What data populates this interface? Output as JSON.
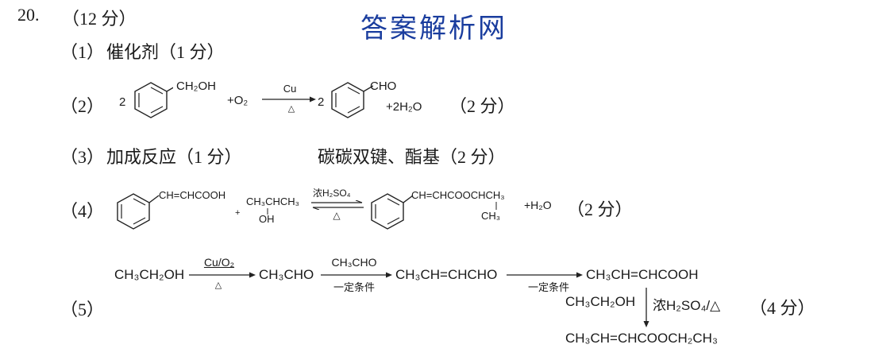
{
  "question": {
    "number": "20.",
    "points": "（12 分）"
  },
  "watermark": "答案解析网",
  "part1": {
    "label": "（1）",
    "text": "催化剂（1 分）"
  },
  "part2": {
    "label": "（2）",
    "coef_reactant": "2",
    "reactant_sub": "CH₂OH",
    "oxygen": "+O₂",
    "catalyst": "Cu",
    "condition": "△",
    "coef_product": "2",
    "product_sub": "CHO",
    "water": "+2H₂O",
    "score": "（2 分）"
  },
  "part3": {
    "label": "（3）",
    "text1": "加成反应（1 分）",
    "text2": "碳碳双键、酯基（2 分）"
  },
  "part4": {
    "label": "（4）",
    "acid_sub": "CH=CHCOOH",
    "plus": "+",
    "alcohol": "CH₃CHCH₃",
    "alcohol_oh": "OH",
    "reagent": "浓H₂SO₄",
    "condition": "△",
    "ester_sub": "CH=CHCOOCHCH₃",
    "ester_branch": "CH₃",
    "water": "+H₂O",
    "score": "（2 分）"
  },
  "part5": {
    "label": "（5）",
    "start": "CH₃CH₂OH",
    "step1_reagent": "Cu/O₂",
    "step1_condition": "△",
    "intermediate1": "CH₃CHO",
    "step2_reagent": "CH₃CHO",
    "step2_condition": "一定条件",
    "intermediate2": "CH₃CH=CHCHO",
    "step3_condition": "一定条件",
    "intermediate3": "CH₃CH=CHCOOH",
    "step4_reagent_left": "CH₃CH₂OH",
    "step4_reagent_right": "浓H₂SO₄/△",
    "product": "CH₃CH=CHCOOCH₂CH₃",
    "score": "（4 分）"
  }
}
